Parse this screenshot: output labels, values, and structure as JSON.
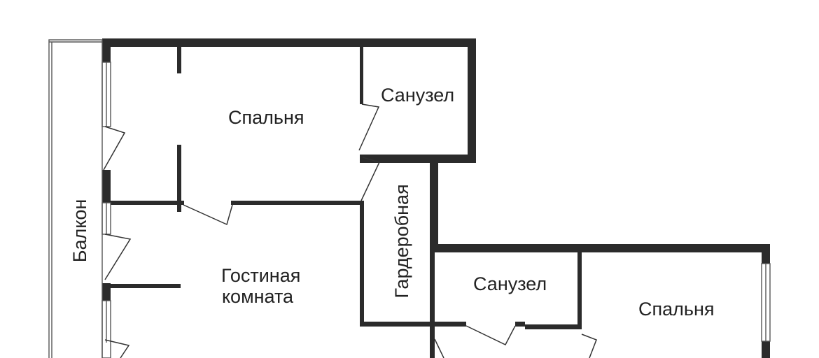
{
  "rooms": {
    "bedroom_top": "Спальня",
    "bathroom_top": "Санузел",
    "wardrobe": "Гардеробная",
    "balcony": "Балкон",
    "living_room_line1": "Гостиная",
    "living_room_line2": "комната",
    "bathroom_bottom": "Санузел",
    "bedroom_right": "Спальня"
  },
  "colors": {
    "wall": "#2b2b2b",
    "thin_line": "#555555",
    "text": "#222222",
    "background": "#ffffff"
  }
}
